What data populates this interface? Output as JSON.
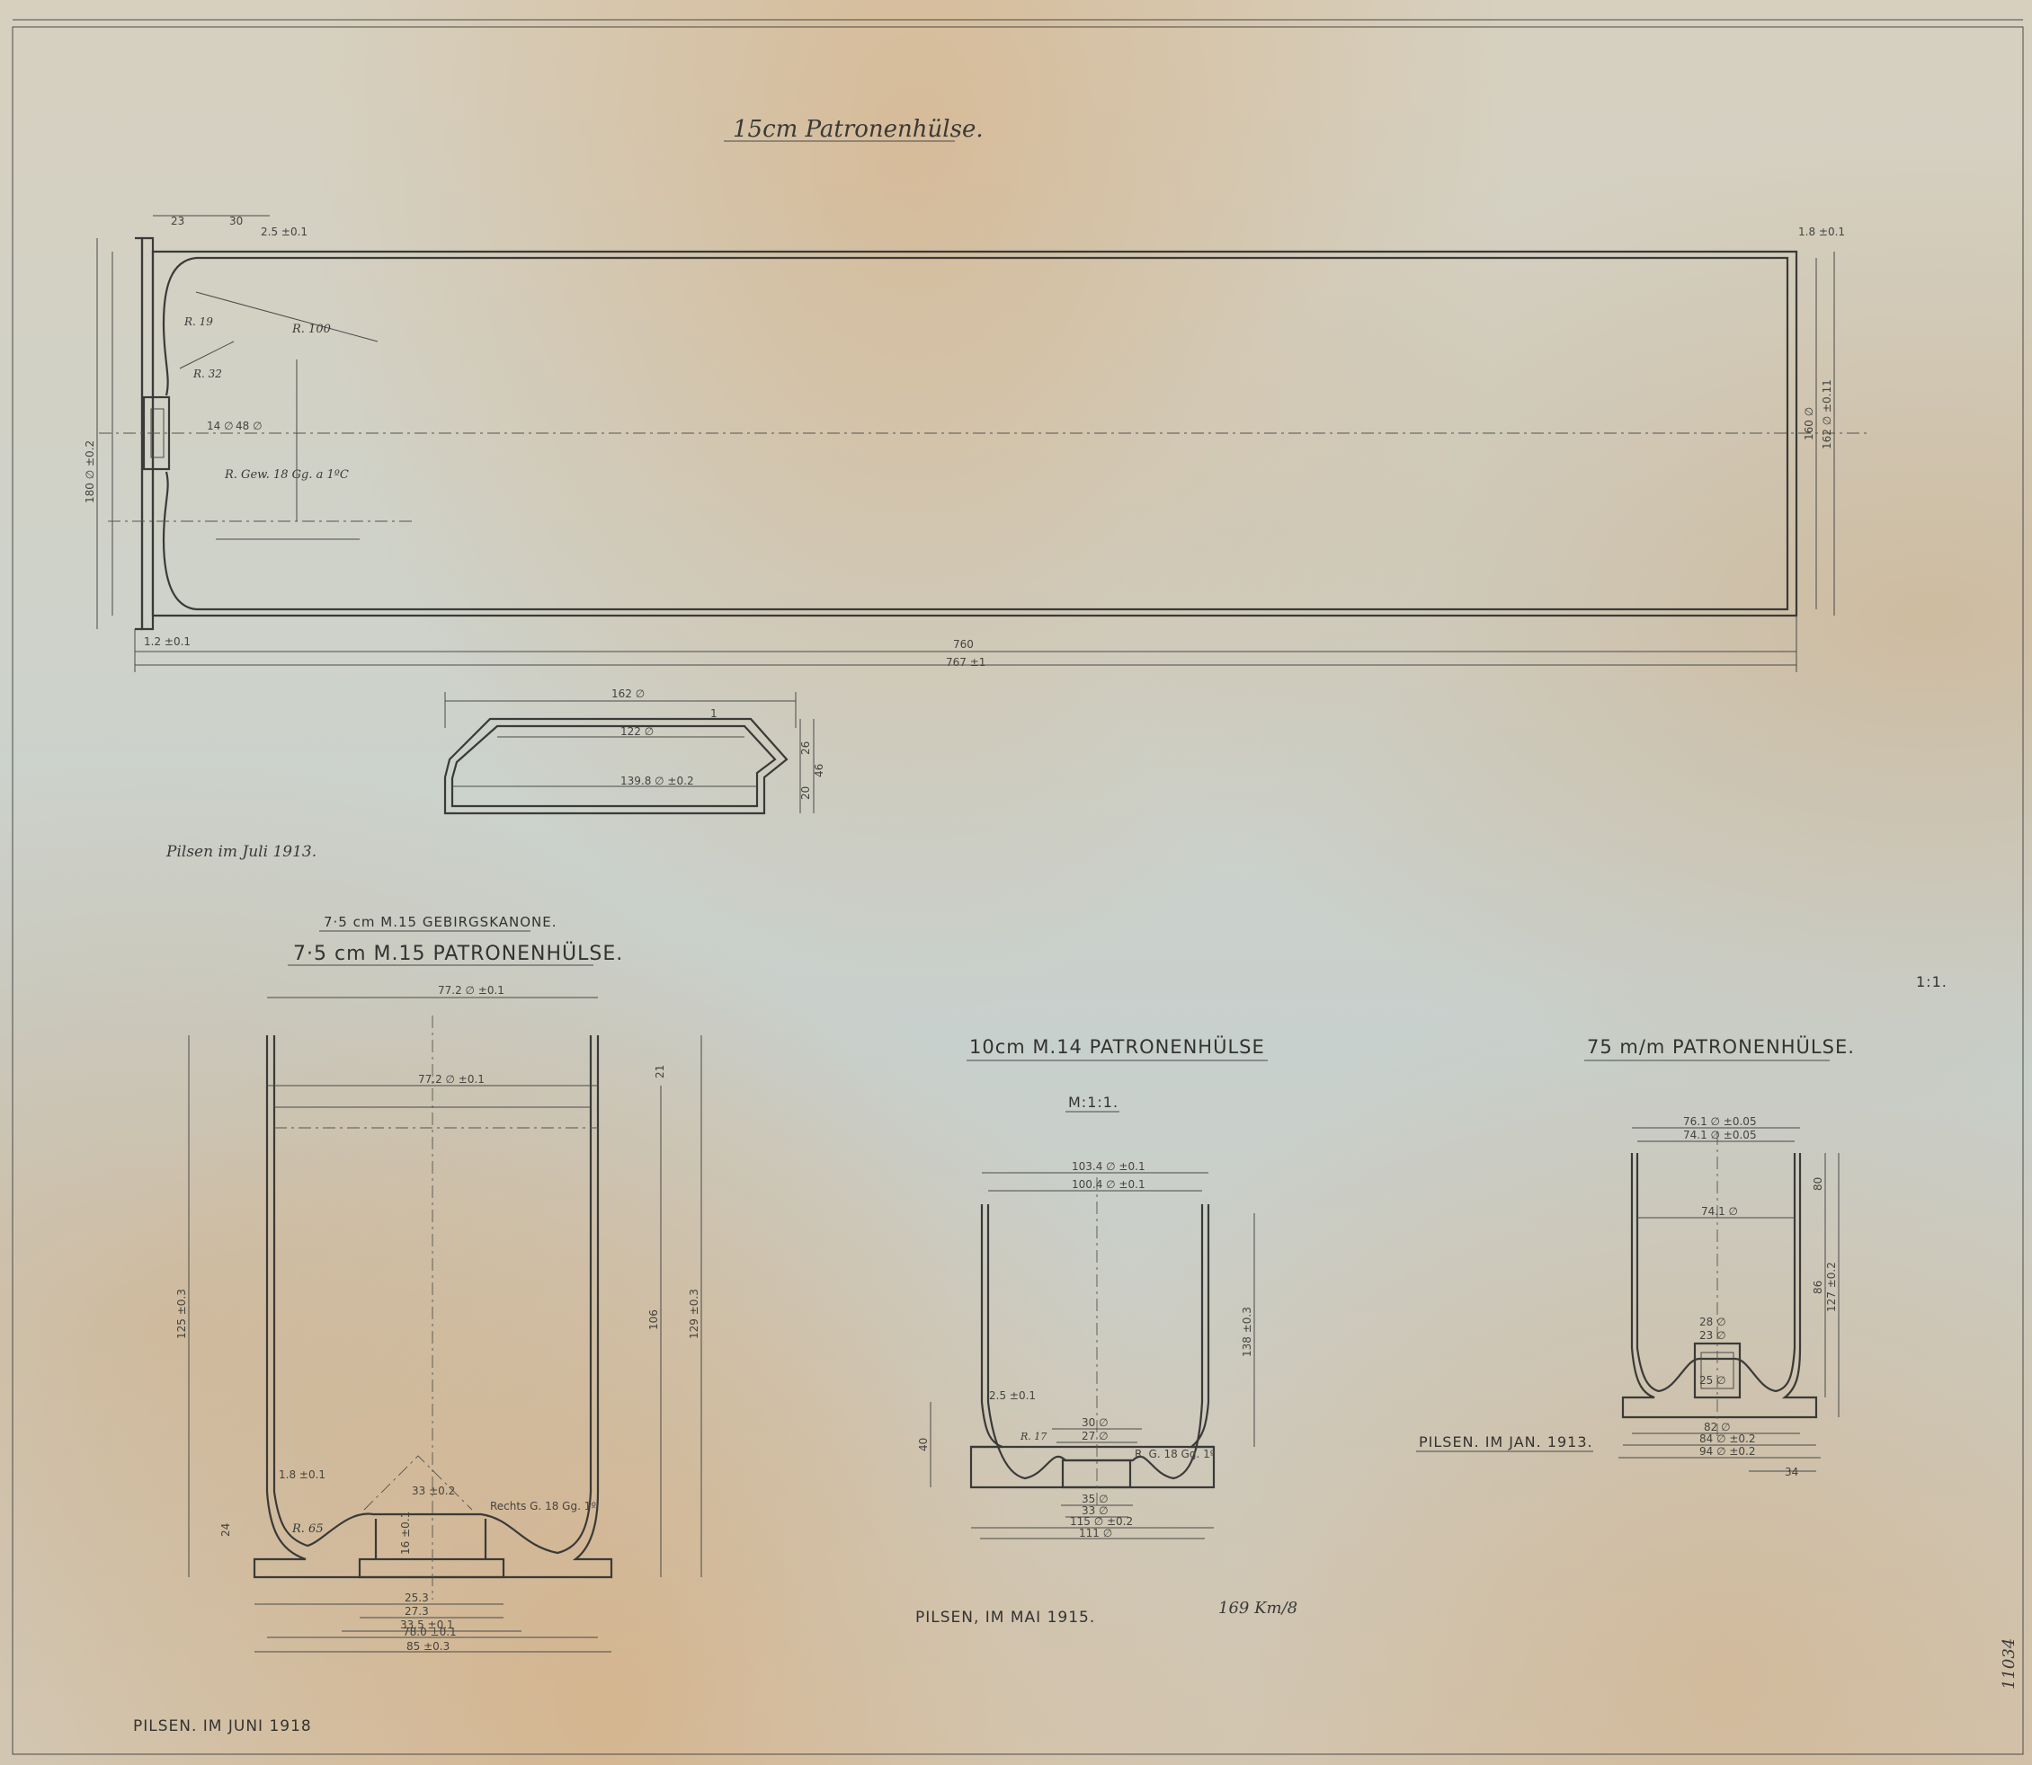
{
  "titles": {
    "top": "15cm Patronenhülse.",
    "left_sub": "7·5 cm M.15 GEBIRGSKANONE.",
    "left_main": "7·5 cm M.15 PATRONENHÜLSE.",
    "middle": "10cm M.14 PATRONENHÜLSE",
    "middle_scale": "M:1:1.",
    "right": "75 m/m PATRONENHÜLSE.",
    "scale_right": "1:1."
  },
  "places_dates": {
    "top": "Pilsen im Juli 1913.",
    "left": "PILSEN. IM JUNI 1918",
    "middle": "PILSEN, IM MAI 1915.",
    "right": "PILSEN. IM JAN. 1913."
  },
  "sheet_mark": "169 Km/8",
  "edge_mark": "11034",
  "dimensions_top": {
    "len_760": "760",
    "len_767": "767 ±1",
    "d_180": "180 ∅ ±0.2",
    "d_160": "160 ∅",
    "d_162": "162 ∅ ±0.11",
    "r_100": "R. 100",
    "r_19": "R. 19",
    "r_32": "R. 32",
    "thread": "R. Gew. 18 Gg. a 1ºC",
    "t_23": "23",
    "t_30": "30",
    "t_25": "2.5 ±0.1",
    "t_12": "1.2 ±0.1",
    "t_18": "1.8 ±0.1",
    "t_14": "14 ∅",
    "t_48": "48 ∅"
  },
  "dimensions_detail": {
    "d_162": "162 ∅",
    "d_122": "122 ∅",
    "d_1398": "139.8 ∅ ±0.2",
    "h_26": "26",
    "h_20": "20",
    "h_46": "46",
    "s_1": "1"
  },
  "dimensions_left": {
    "w_772a": "77.2 ∅ ±0.1",
    "w_772b": "77.2 ∅ ±0.1",
    "h_125": "125 ±0.3",
    "h_106": "106",
    "h_129": "129 ±0.3",
    "h_21": "21",
    "r_65": "R. 65",
    "d_33": "33 ±0.2",
    "thread": "Rechts G. 18 Gg. 1º",
    "b_253": "25.3",
    "b_273": "27.3",
    "b_335": "33.5 ±0.1",
    "b_780": "78.0 ±0.1",
    "b_850": "85 ±0.3",
    "t_24": "24",
    "t_18": "1.8 ±0.1",
    "t_16": "16 ±0.1"
  },
  "dimensions_middle": {
    "w_1034": "103.4 ∅ ±0.1",
    "w_1004": "100.4 ∅ ±0.1",
    "h_138": "138 ±0.3",
    "h_40": "40",
    "r_17": "R. 17",
    "d_30": "30 ∅",
    "d_27": "27 ∅",
    "thread": "R. G. 18 Gg. 1º",
    "b_35": "35 ∅",
    "b_33": "33 ∅",
    "b_115": "115 ∅ ±0.2",
    "b_111": "111 ∅",
    "t_25": "2.5 ±0.1"
  },
  "dimensions_right": {
    "w_761a": "76.1 ∅ ±0.05",
    "w_761b": "74.1 ∅ ±0.05",
    "w_741": "74.1 ∅",
    "h_80": "80",
    "h_86": "86",
    "h_127": "127 ±0.2",
    "d_28": "28 ∅",
    "d_23": "23 ∅",
    "d_25": "25 ∅",
    "b_82": "82 ∅",
    "b_84": "84 ∅ ±0.2",
    "b_94": "94 ∅ ±0.2",
    "b_34": "34"
  }
}
